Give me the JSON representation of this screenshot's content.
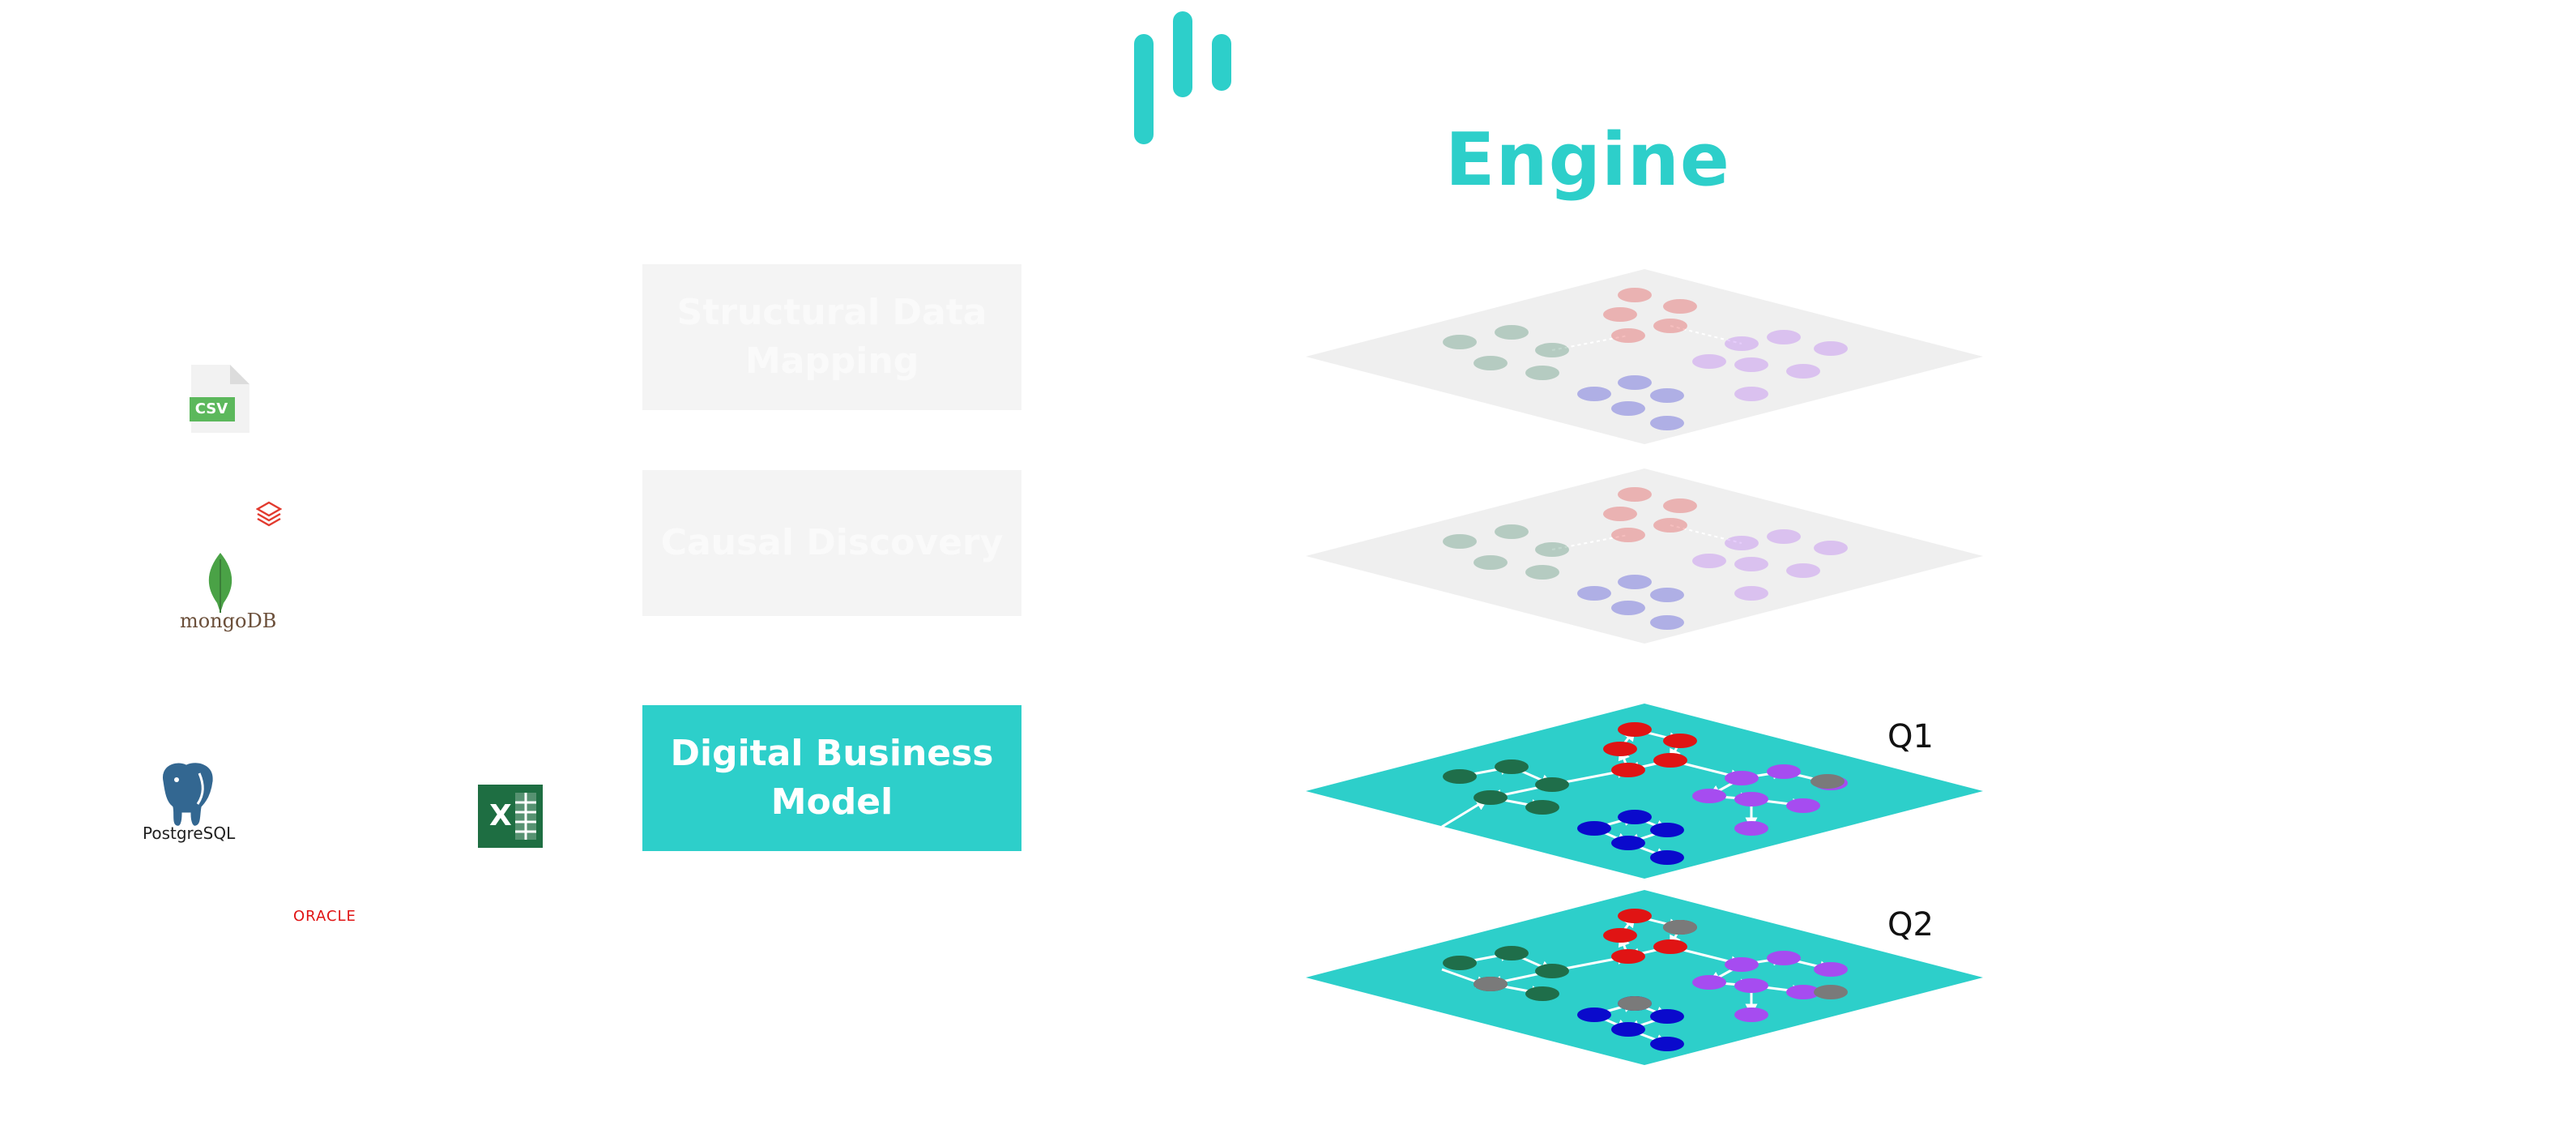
{
  "title": "Engine",
  "steps": [
    {
      "label": "Structural Data Mapping",
      "state": "faded"
    },
    {
      "label": "Causal Discovery",
      "state": "faded"
    },
    {
      "label": "Digital Business Model",
      "state": "active"
    }
  ],
  "sources": {
    "csv": "CSV",
    "mongodb": "mongoDB",
    "postgres": "PostgreSQL",
    "excel": "X",
    "oracle": "ORACLE"
  },
  "layers": [
    {
      "id": "layer-1",
      "state": "faded",
      "label": ""
    },
    {
      "id": "layer-2",
      "state": "faded",
      "label": ""
    },
    {
      "id": "layer-3",
      "state": "active",
      "label": "Q1"
    },
    {
      "id": "layer-4",
      "state": "active",
      "label": "Q2"
    }
  ],
  "colors": {
    "brand": "#2dcfca",
    "green": "#1f6e4a",
    "red": "#e01414",
    "blue": "#0a0acc",
    "purple": "#a64cf0",
    "gray": "#7a7a7a",
    "faded_plane": "#efefef"
  },
  "icons": {
    "brand": "brand-logo-icon",
    "csv": "csv-file-icon",
    "databricks": "databricks-icon",
    "mongodb": "mongodb-leaf-icon",
    "postgres": "postgresql-elephant-icon",
    "excel": "excel-icon",
    "oracle": "oracle-logo"
  }
}
